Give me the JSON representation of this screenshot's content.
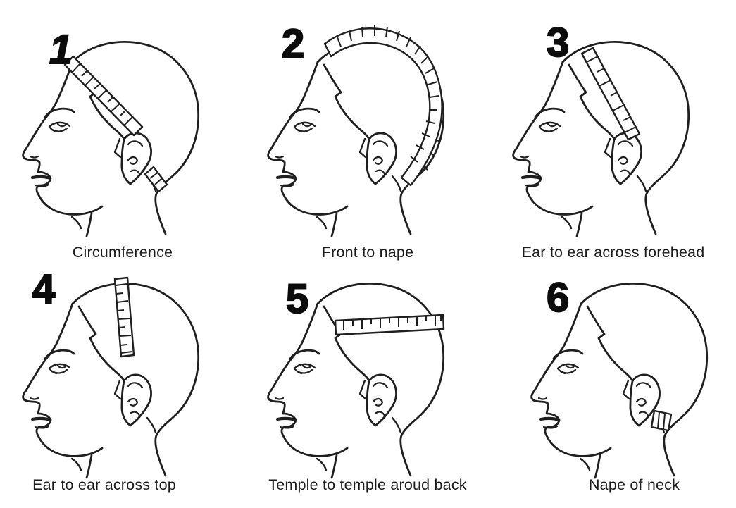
{
  "figure": {
    "colors": {
      "background": "#ffffff",
      "line": "#1f1f1f",
      "number": "#0c0c0c"
    },
    "panels": [
      {
        "number": "1",
        "caption": "Circumference"
      },
      {
        "number": "2",
        "caption": "Front to nape"
      },
      {
        "number": "3",
        "caption": "Ear to ear across forehead"
      },
      {
        "number": "4",
        "caption": "Ear to ear across top"
      },
      {
        "number": "5",
        "caption": "Temple to temple aroud back"
      },
      {
        "number": "6",
        "caption": "Nape of neck"
      }
    ]
  }
}
